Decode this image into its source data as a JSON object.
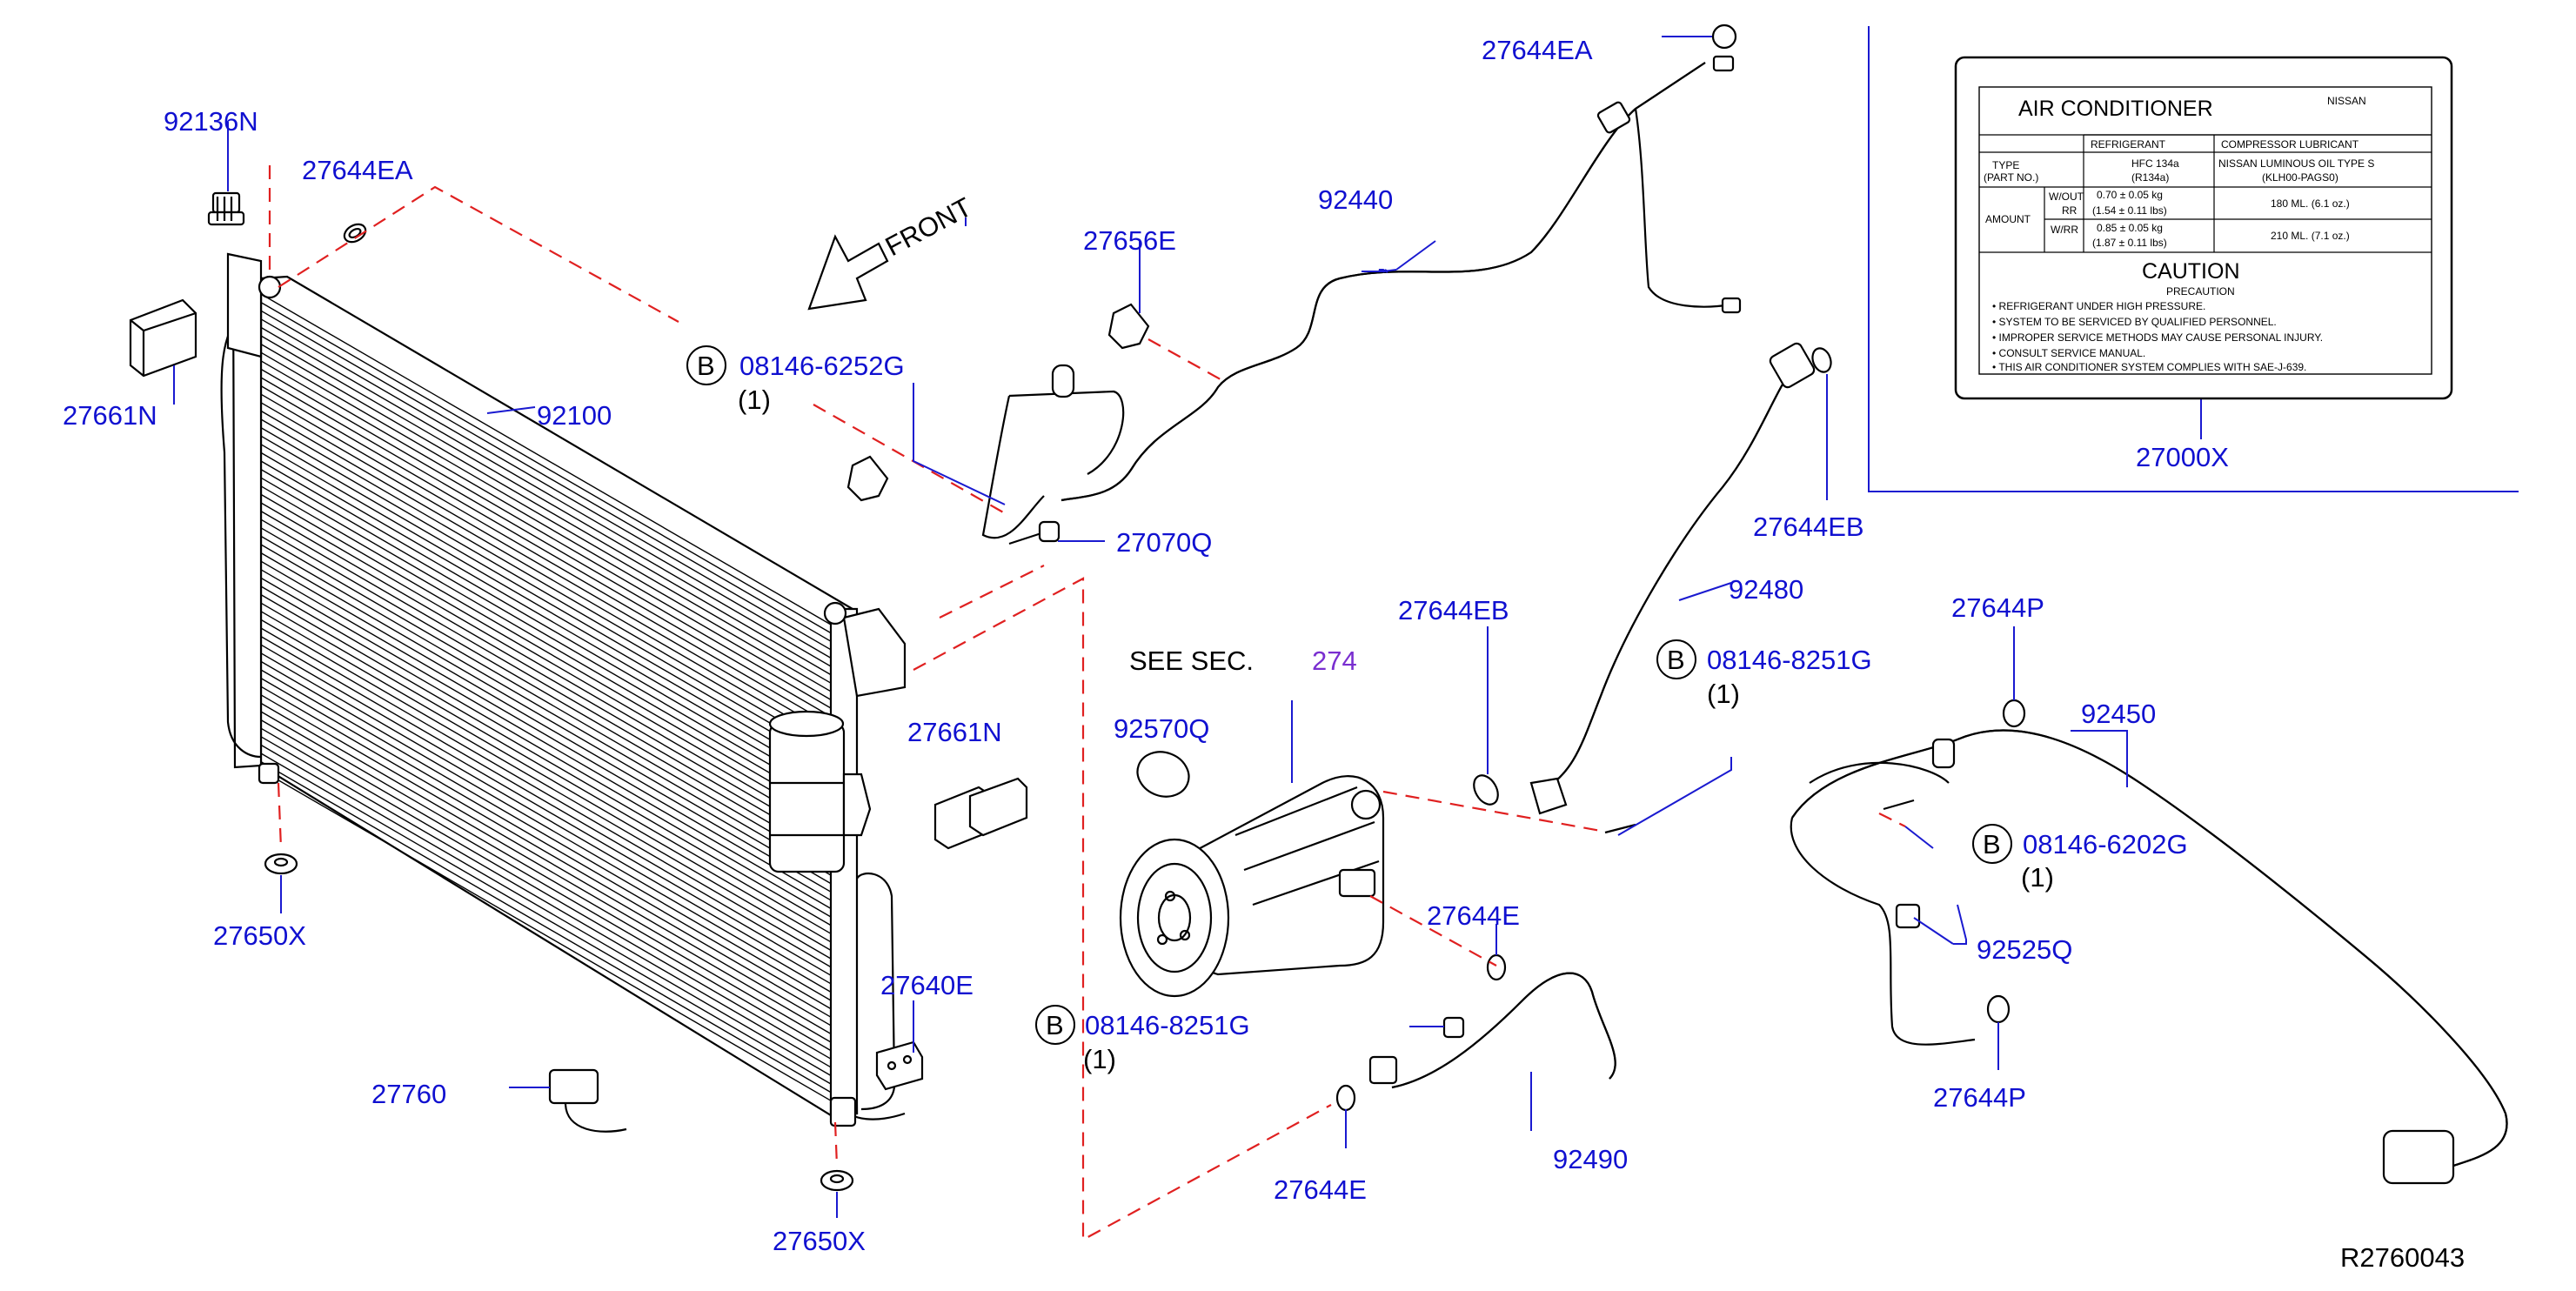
{
  "callouts": {
    "c92136N": "92136N",
    "c27644EA_a": "27644EA",
    "c27644EA_b": "27644EA",
    "c27661N_a": "27661N",
    "c27661N_b": "27661N",
    "c92100": "92100",
    "c27650X_a": "27650X",
    "c27650X_b": "27650X",
    "c27640E": "27640E",
    "c27760": "27760",
    "c08146_6252G": "08146-6252G",
    "c27070Q": "27070Q",
    "c27656E": "27656E",
    "c92440": "92440",
    "c27644EB_a": "27644EB",
    "c27644EB_b": "27644EB",
    "c92480": "92480",
    "c08146_8251G_a": "08146-8251G",
    "c08146_8251G_b": "08146-8251G",
    "c92570Q": "92570Q",
    "c27644E_a": "27644E",
    "c27644E_b": "27644E",
    "c92490": "92490",
    "c27644P_a": "27644P",
    "c27644P_b": "27644P",
    "c92450": "92450",
    "c08146_6202G": "08146-6202G",
    "c92525Q": "92525Q",
    "c27000X": "27000X"
  },
  "qty": {
    "q1": "(1)",
    "q2": "(1)",
    "q3": "(1)",
    "q4": "(1)"
  },
  "bolt_marker": "B",
  "front_label": "FRONT",
  "see_sec": {
    "prefix": "SEE   SEC.",
    "section": "274"
  },
  "ref_code": "R2760043",
  "label_card": {
    "title": "AIR   CONDITIONER",
    "brand": "NISSAN",
    "hdr_refrigerant": "REFRIGERANT",
    "hdr_compressor": "COMPRESSOR   LUBRICANT",
    "type_label": "TYPE",
    "part_no_label": "(PART   NO.)",
    "refrigerant_type": "HFC   134a",
    "refrigerant_code": "(R134a)",
    "lubricant_type": "NISSAN   LUMINOUS   OIL   TYPE   S",
    "lubricant_code": "(KLH00-PAGS0)",
    "amount_label": "AMOUNT",
    "wout_label": "W/OUT",
    "rr_label": "RR",
    "wrr_label": "W/RR",
    "wout_kg": "0.70   ±   0.05   kg",
    "wout_lbs": "(1.54   ±   0.11   lbs)",
    "wrr_kg": "0.85   ±   0.05   kg",
    "wrr_lbs": "(1.87   ±   0.11   lbs)",
    "wout_oil": "180   ML.   (6.1   oz.)",
    "wrr_oil": "210   ML.   (7.1   oz.)",
    "caution": "CAUTION",
    "precaution": "PRECAUTION",
    "lines": [
      "•  REFRIGERANT   UNDER   HIGH   PRESSURE.",
      "•  SYSTEM   TO   BE   SERVICED   BY   QUALIFIED   PERSONNEL.",
      "•  IMPROPER   SERVICE   METHODS   MAY   CAUSE   PERSONAL   INJURY.",
      "•  CONSULT   SERVICE   MANUAL.",
      "•  THIS   AIR   CONDITIONER   SYSTEM   COMPLIES   WITH   SAE-J-639."
    ]
  }
}
